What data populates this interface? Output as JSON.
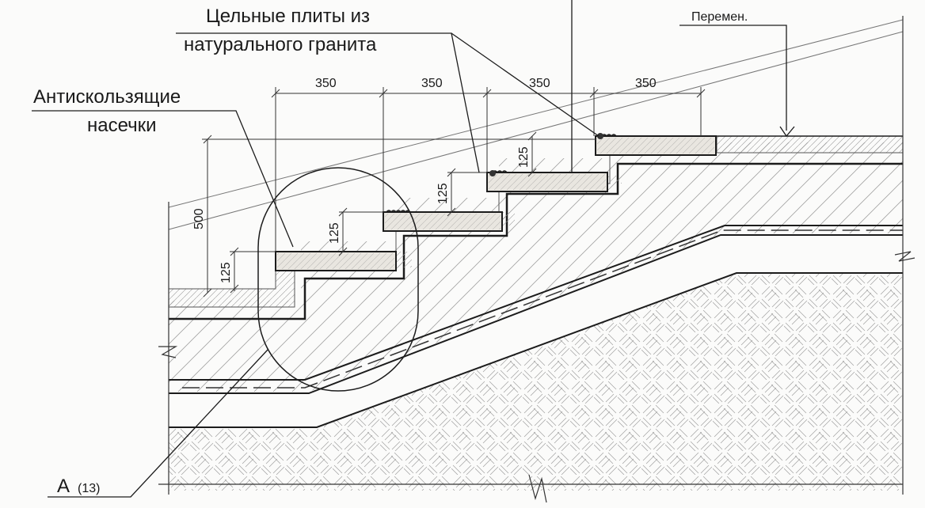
{
  "labels": {
    "callout_plates_line1": "Цельные плиты из",
    "callout_plates_line2": "натурального гранита",
    "callout_antislip_line1": "Антискользящие",
    "callout_antislip_line2": "насечки",
    "callout_variable": "Перемен.",
    "detail_marker": "A",
    "detail_sheet": "(13)"
  },
  "dimensions": {
    "tread_1": "350",
    "tread_2": "350",
    "tread_3": "350",
    "tread_4": "350",
    "riser_1": "125",
    "riser_2": "125",
    "riser_3": "125",
    "riser_4": "125",
    "total_height": "500"
  },
  "colors": {
    "line": "#1c1c1c",
    "thin_line": "#555555",
    "hatch": "#8a8a8a",
    "granite": "#e9e6e0"
  }
}
